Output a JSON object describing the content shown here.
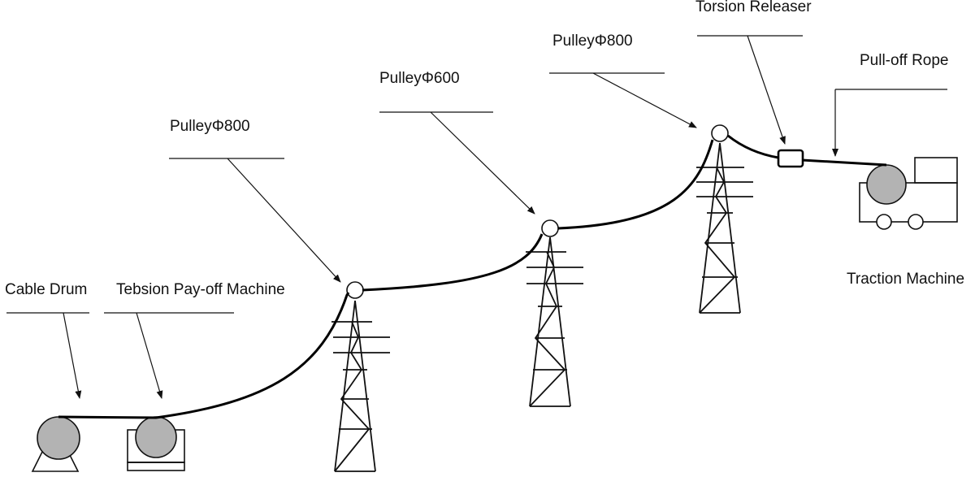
{
  "labels": {
    "cable_drum": "Cable Drum",
    "payoff_machine": "Tebsion Pay-off Machine",
    "pulley_1": "PulleyΦ800",
    "pulley_2": "PulleyΦ600",
    "pulley_3": "PulleyΦ800",
    "torsion_releaser": "Torsion Releaser",
    "pull_off_rope": "Pull-off Rope",
    "traction_machine": "Traction Machine"
  },
  "colors": {
    "line": "#111111",
    "drum_fill": "#b3b3b3",
    "traction_body": "#ffff99"
  }
}
